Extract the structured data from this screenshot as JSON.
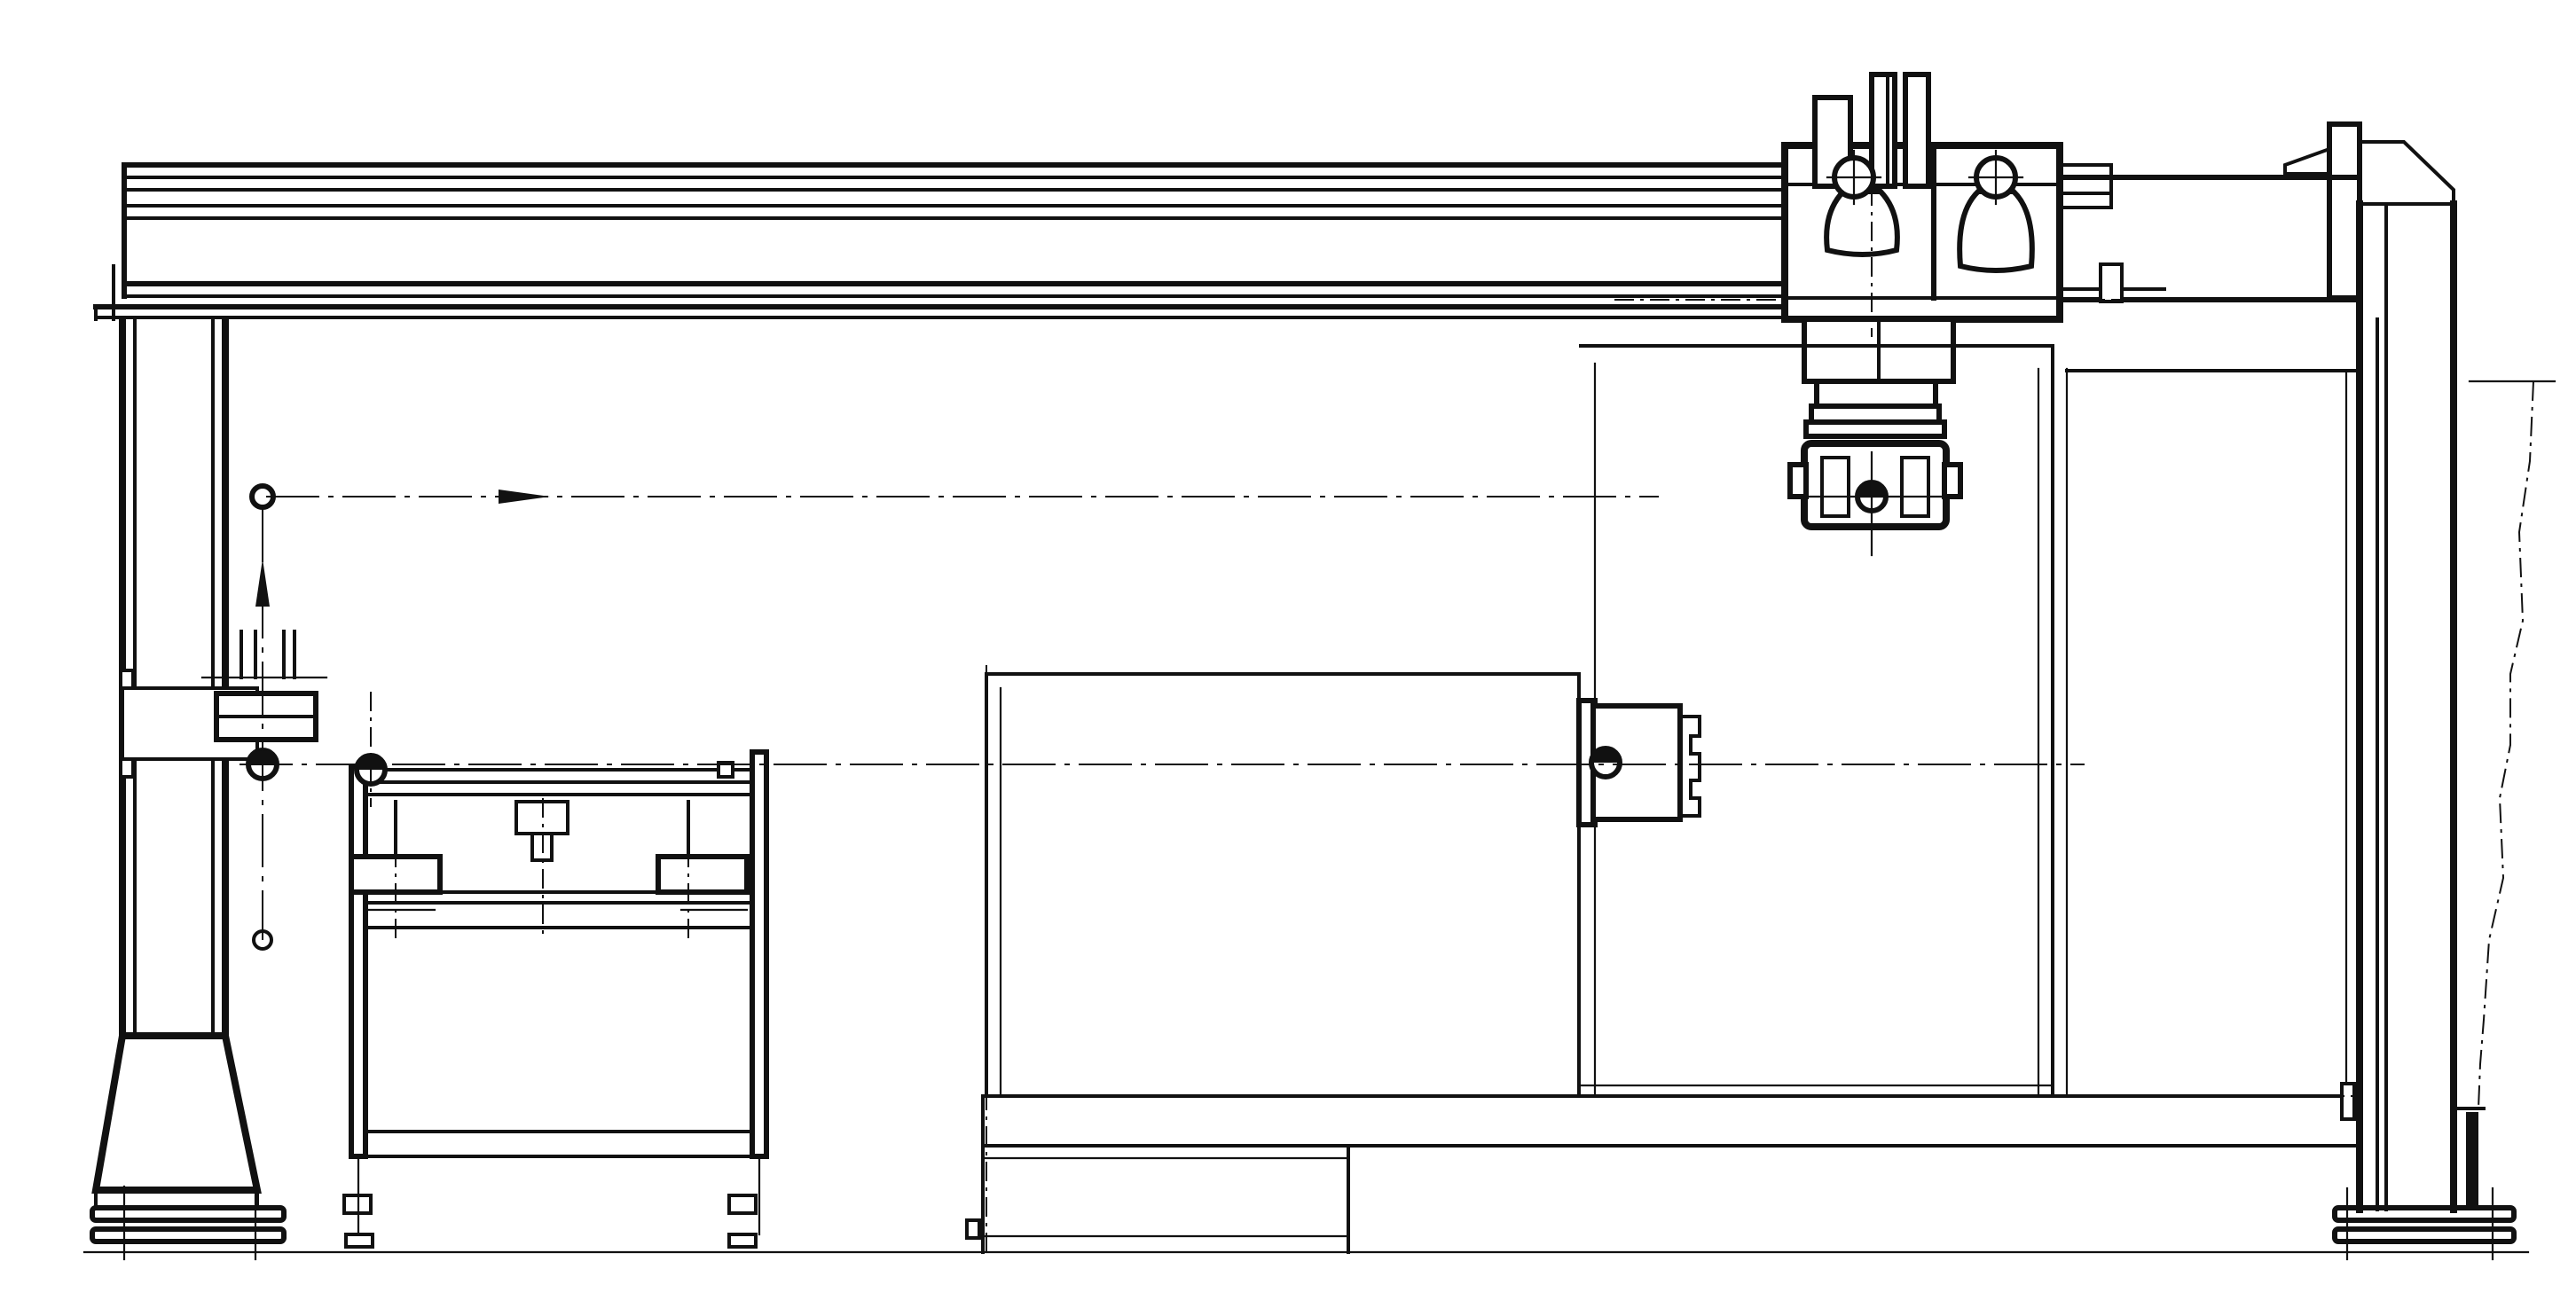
{
  "drawing": {
    "kind": "technical line drawing",
    "view": "side elevation",
    "colors": {
      "line": "#111111",
      "paper": "#ffffff"
    },
    "components": [
      "gantry-beam",
      "left-column",
      "right-column",
      "carriage",
      "gripper",
      "pallet-table",
      "machine-tool-housing",
      "tool-chuck",
      "machine-base"
    ]
  }
}
